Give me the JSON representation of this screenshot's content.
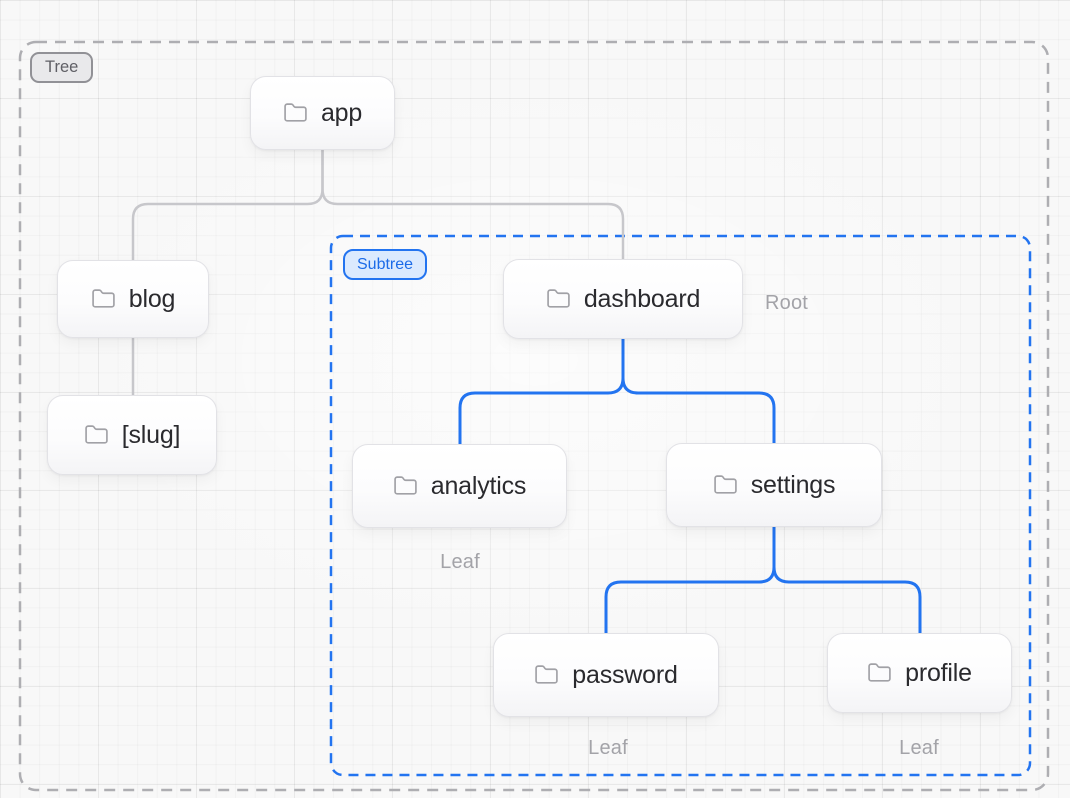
{
  "diagram": {
    "tree_badge_label": "Tree",
    "subtree_badge_label": "Subtree"
  },
  "nodes": [
    {
      "id": "app",
      "label": "app"
    },
    {
      "id": "blog",
      "label": "blog"
    },
    {
      "id": "slug",
      "label": "[slug]"
    },
    {
      "id": "dashboard",
      "label": "dashboard"
    },
    {
      "id": "analytics",
      "label": "analytics"
    },
    {
      "id": "settings",
      "label": "settings"
    },
    {
      "id": "password",
      "label": "password"
    },
    {
      "id": "profile",
      "label": "profile"
    }
  ],
  "annotations": {
    "dashboard": "Root",
    "analytics": "Leaf",
    "password": "Leaf",
    "profile": "Leaf"
  },
  "edges": [
    {
      "from": "app",
      "to": "blog",
      "color": "gray"
    },
    {
      "from": "app",
      "to": "dashboard",
      "color": "gray"
    },
    {
      "from": "blog",
      "to": "slug",
      "color": "gray"
    },
    {
      "from": "dashboard",
      "to": "analytics",
      "color": "blue"
    },
    {
      "from": "dashboard",
      "to": "settings",
      "color": "blue"
    },
    {
      "from": "settings",
      "to": "password",
      "color": "blue"
    },
    {
      "from": "settings",
      "to": "profile",
      "color": "blue"
    }
  ],
  "colors": {
    "accent_blue": "#2374f0",
    "subtree_badge_fill": "#dbeafe",
    "subtree_badge_text": "#1b6be8",
    "gray_edge": "#c7c7cb",
    "dashed_gray_border": "#aeaeb2",
    "node_border": "#e2e2e6",
    "node_text": "#2a2a2e",
    "folder_icon": "#a1a1a6",
    "muted_annotation": "#a3a3a8",
    "tree_badge_border": "#919196",
    "tree_badge_fill": "#e9e9eb",
    "tree_badge_text": "#5f5f65",
    "background": "#f8f8f8"
  }
}
